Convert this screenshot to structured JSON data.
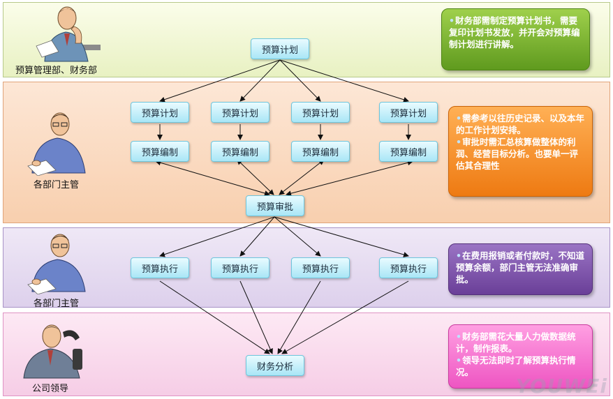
{
  "bands": [
    {
      "role_label": "预算管理部、财务部"
    },
    {
      "role_label": "各部门主管"
    },
    {
      "role_label": "各部门主管"
    },
    {
      "role_label": "公司领导"
    }
  ],
  "nodes": {
    "top_plan": "预算计划",
    "plans": [
      "预算计划",
      "预算计划",
      "预算计划",
      "预算计划"
    ],
    "drafts": [
      "预算编制",
      "预算编制",
      "预算编制",
      "预算编制"
    ],
    "approval": "预算审批",
    "executions": [
      "预算执行",
      "预算执行",
      "预算执行",
      "预算执行"
    ],
    "analysis": "财务分析"
  },
  "notes": [
    {
      "lines": [
        "财务部需制定预算计划书，需要复印计划书发放，并开会对预算编制计划进行讲解。"
      ]
    },
    {
      "lines": [
        "需参考以往历史记录、以及本年的工作计划安排。",
        "审批时需汇总核算做整体的利润、经营目标分析。也要单一评估其合理性"
      ]
    },
    {
      "lines": [
        "在费用报销或者付款时，不知道预算余额，部门主管无法准确审批。"
      ]
    },
    {
      "lines": [
        "财务部需花大量人力做数据统计，制作报表。",
        "领导无法即时了解预算执行情况。"
      ]
    }
  ],
  "watermark": "YOUWEi",
  "colors": {
    "band1": "#e8f1c2",
    "band2": "#f8cfae",
    "band3": "#ddd0ec",
    "band4": "#f6cde6",
    "node_fill": "#a9e6f6",
    "note1": "#6fae28",
    "note2": "#f28a22",
    "note3": "#744ba3",
    "note4": "#f066c9"
  }
}
